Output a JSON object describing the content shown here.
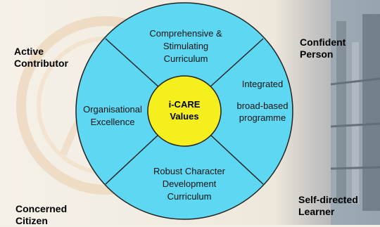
{
  "center": {
    "line1": "i-CARE",
    "line2": "Values"
  },
  "quadrants": {
    "top": [
      "Comprehensive &",
      "Stimulating",
      "Curriculum"
    ],
    "right": [
      "Integrated",
      "broad-based",
      "programme"
    ],
    "bottom": [
      "Robust Character",
      "Development",
      "Curriculum"
    ],
    "left": [
      "Organisational",
      "Excellence"
    ]
  },
  "outcomes": {
    "top_left": [
      "Active",
      "Contributor"
    ],
    "top_right": [
      "Confident",
      "Person"
    ],
    "bottom_right": [
      "Self-directed",
      "Learner"
    ],
    "bottom_left": [
      "Concerned",
      "Citizen"
    ]
  },
  "colors": {
    "outer_circle": "#5ed8f2",
    "inner_circle": "#f6ef1e",
    "outline": "#222222",
    "background": "#f4efe6"
  }
}
